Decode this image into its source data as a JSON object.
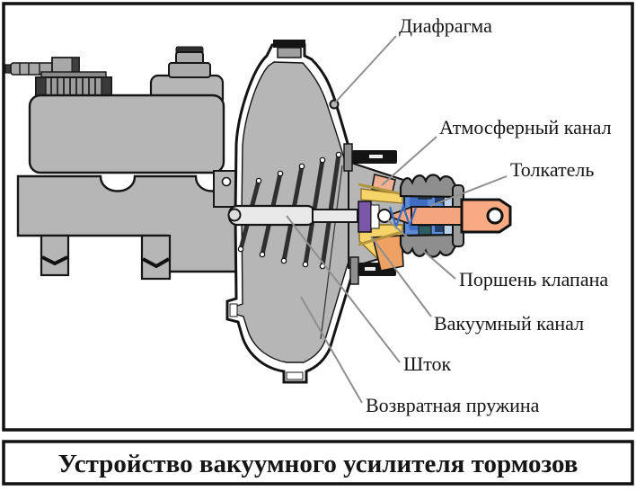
{
  "figure": {
    "caption": "Устройство вакуумного усилителя тормозов",
    "labels": [
      {
        "id": "diaphragm",
        "text": "Диафрагма"
      },
      {
        "id": "atmospheric-channel",
        "text": "Атмосферный канал"
      },
      {
        "id": "pusher",
        "text": "Толкатель"
      },
      {
        "id": "valve-piston",
        "text": "Поршень клапана"
      },
      {
        "id": "vacuum-channel",
        "text": "Вакуумный канал"
      },
      {
        "id": "rod",
        "text": "Шток"
      },
      {
        "id": "return-spring",
        "text": "Возвратная пружина"
      }
    ]
  },
  "palette": {
    "metal-gray": "#b6b6b6",
    "boot-gray": "#8e8e8e",
    "pushrod-salmon": "#f5a57e",
    "valve-blue": "#5c8ad6",
    "channel-yellow": "#f7d469",
    "piston-purple": "#7b57a9",
    "seal-peach": "#f0b193",
    "seal-orange": "#efa063",
    "valve-teal": "#2e5e63",
    "interior-lightblue": "#bdd3ea",
    "leader-gray": "#8f8f8f",
    "outline": "#161616",
    "text": "#151515"
  }
}
